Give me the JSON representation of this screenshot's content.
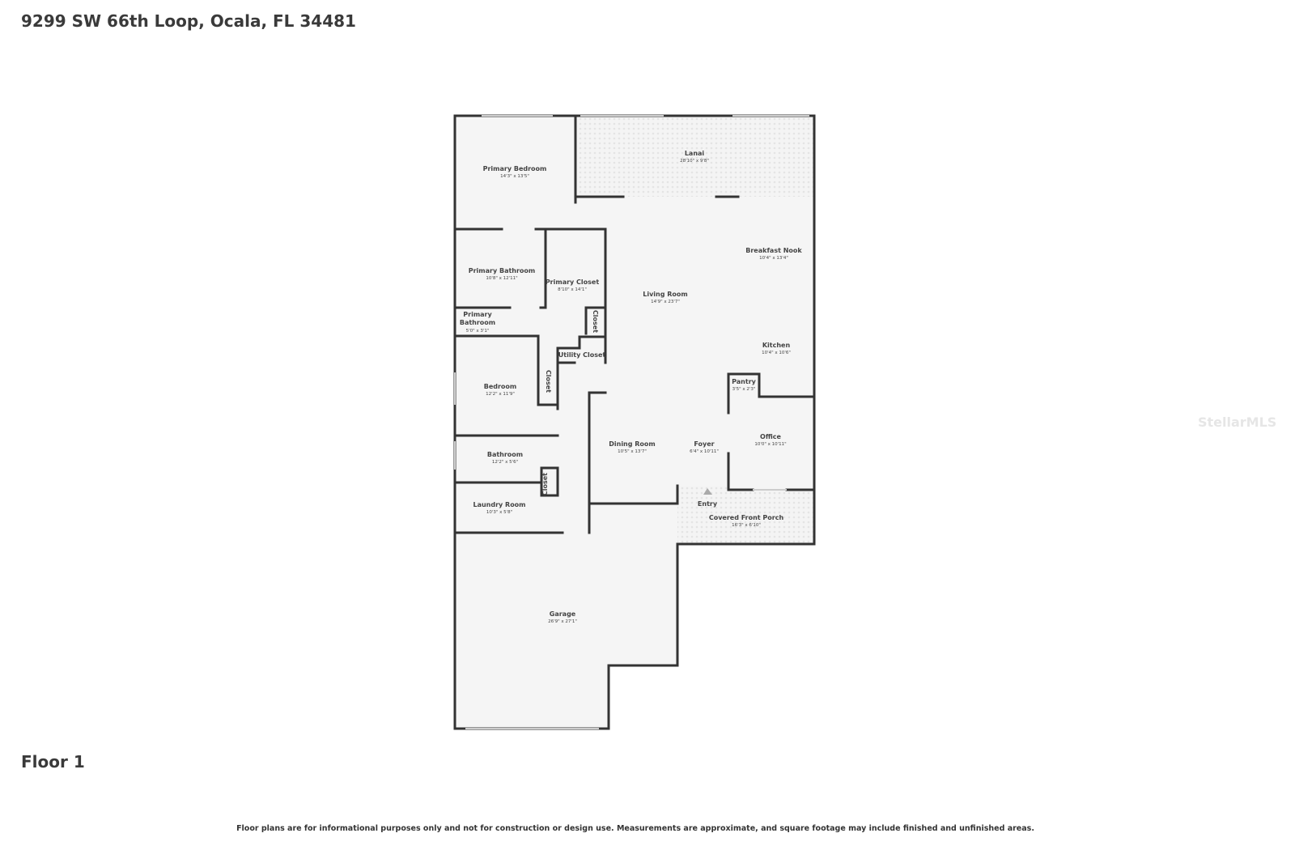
{
  "header": {
    "address": "9299 SW 66th Loop, Ocala, FL 34481"
  },
  "floor_label": "Floor 1",
  "disclaimer": "Floor plans are for informational purposes only and not for construction or design use. Measurements are approximate, and square footage may include finished and unfinished areas.",
  "watermark": "StellarMLS",
  "rooms": [
    {
      "name": "Primary Bedroom",
      "dims": "14'3\" x 13'5\""
    },
    {
      "name": "Lanai",
      "dims": "28'10\" x 9'8\""
    },
    {
      "name": "Breakfast Nook",
      "dims": "10'4\" x 13'4\""
    },
    {
      "name": "Primary Bathroom",
      "dims": "10'8\" x 12'11\""
    },
    {
      "name": "Primary Closet",
      "dims": "8'10\" x 14'1\""
    },
    {
      "name": "Living Room",
      "dims": "14'9\" x 23'7\""
    },
    {
      "name": "Primary Bathroom",
      "dims": "5'0\" x 3'1\""
    },
    {
      "name": "Closet",
      "dims": ""
    },
    {
      "name": "Utility Closet",
      "dims": ""
    },
    {
      "name": "Kitchen",
      "dims": "10'4\" x 10'6\""
    },
    {
      "name": "Bedroom",
      "dims": "12'2\" x 11'9\""
    },
    {
      "name": "Closet",
      "dims": ""
    },
    {
      "name": "Pantry",
      "dims": "3'5\" x 2'3\""
    },
    {
      "name": "Office",
      "dims": "10'0\" x 10'11\""
    },
    {
      "name": "Dining Room",
      "dims": "10'5\" x 13'7\""
    },
    {
      "name": "Foyer",
      "dims": "6'4\" x 10'11\""
    },
    {
      "name": "Bathroom",
      "dims": "12'2\" x 5'6\""
    },
    {
      "name": "Closet",
      "dims": ""
    },
    {
      "name": "Laundry Room",
      "dims": "10'3\" x 5'8\""
    },
    {
      "name": "Entry",
      "dims": ""
    },
    {
      "name": "Covered Front Porch",
      "dims": "16'3\" x 6'10\""
    },
    {
      "name": "Garage",
      "dims": "26'9\" x 27'1\""
    }
  ]
}
